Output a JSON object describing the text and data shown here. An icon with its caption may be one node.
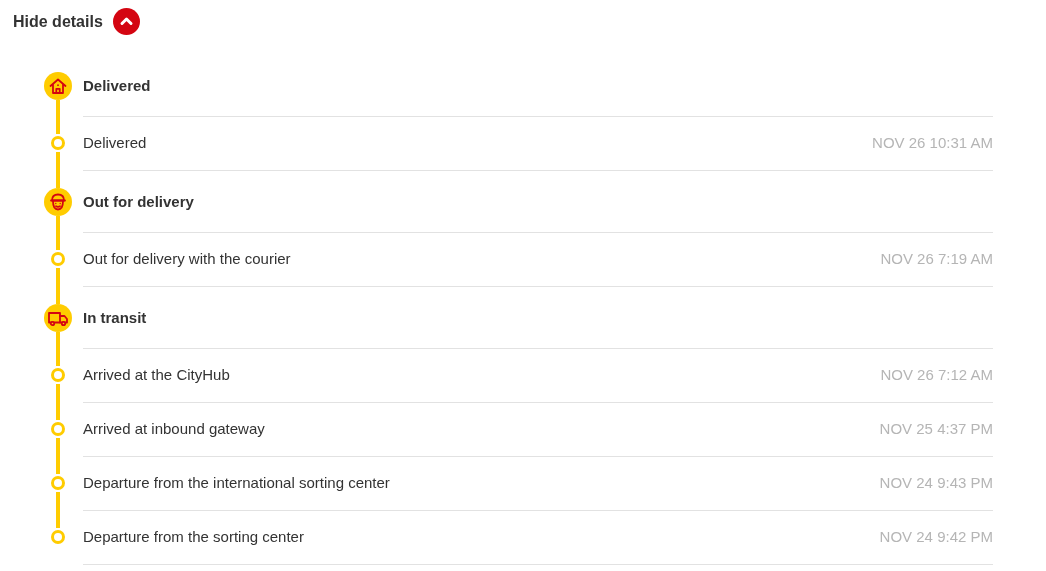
{
  "diagram": {
    "nodes": [
      {
        "text": [
          "Delivered"
        ]
      },
      {
        "text": [
          "Delivered"
        ]
      },
      {
        "text": [
          "Out for delivery"
        ]
      },
      {
        "text": [
          "Out for delivery with the courier"
        ]
      },
      {
        "text": [
          "In transit"
        ]
      },
      {
        "text": [
          "Arrived at the CityHub"
        ]
      },
      {
        "text": [
          "Arrived at inbound gateway"
        ]
      },
      {
        "text": [
          "Departure from the international sorting center"
        ]
      },
      {
        "text": [
          "Departure from the sorting center"
        ]
      }
    ],
    "edges": [
      {
        "from": 0,
        "to": 1,
        "arrow": "none"
      },
      {
        "from": 1,
        "to": 2,
        "arrow": "none"
      },
      {
        "from": 2,
        "to": 3,
        "arrow": "none"
      },
      {
        "from": 3,
        "to": 4,
        "arrow": "none"
      },
      {
        "from": 4,
        "to": 5,
        "arrow": "none"
      },
      {
        "from": 5,
        "to": 6,
        "arrow": "none"
      },
      {
        "from": 6,
        "to": 7,
        "arrow": "none"
      },
      {
        "from": 7,
        "to": 8,
        "arrow": "none"
      }
    ],
    "labels": [
      "Hide details",
      "NOV 26 10:31 AM",
      "NOV 26 7:19 AM",
      "NOV 26 7:12 AM",
      "NOV 25 4:37 PM",
      "NOV 24 9:43 PM",
      "NOV 24 9:42 PM"
    ]
  }
}
